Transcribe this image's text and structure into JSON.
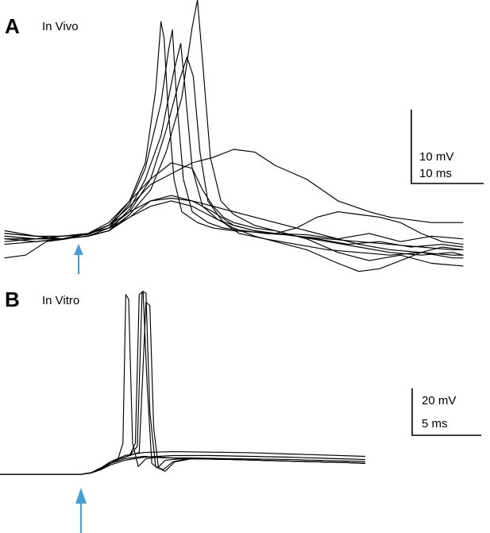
{
  "chart_data": [
    {
      "type": "line",
      "panel_label": "A",
      "title": "In Vivo",
      "scale_bar": {
        "voltage_label": "10 mV",
        "time_label": "10 ms",
        "voltage_mv": 10,
        "time_ms": 10
      },
      "stimulus_arrow": {
        "time_ms": 10,
        "color": "#4a9fd4"
      },
      "units": {
        "x": "ms",
        "y": "mV"
      },
      "xlim": [
        -2,
        88
      ],
      "ylim": [
        -15,
        88
      ],
      "series": [
        {
          "x": [
            -2,
            4,
            9,
            14,
            18,
            22,
            25,
            27,
            28,
            28.6,
            29.3,
            30.5,
            32,
            35,
            38,
            42,
            46,
            50,
            56,
            62,
            68,
            74,
            80,
            86
          ],
          "y": [
            1,
            0,
            1,
            1.5,
            5,
            14,
            28,
            55,
            80,
            74,
            50,
            22,
            10,
            6,
            4,
            3,
            2.5,
            2,
            1.5,
            0,
            2,
            -1,
            1,
            0
          ]
        },
        {
          "x": [
            -2,
            4,
            9,
            14,
            18,
            22,
            25,
            28,
            29.5,
            30.2,
            31,
            32.3,
            34,
            37,
            40,
            44,
            48,
            52,
            58,
            64,
            70,
            76,
            82,
            86
          ],
          "y": [
            0,
            -1,
            0,
            1,
            4,
            13,
            26,
            50,
            70,
            77,
            52,
            22,
            10,
            6,
            4,
            3,
            2,
            1.5,
            0,
            -2,
            -1,
            -3,
            -2,
            -3
          ]
        },
        {
          "x": [
            -2,
            4,
            9,
            14,
            18,
            22,
            25,
            28,
            30.5,
            31.8,
            32.5,
            34,
            36,
            39,
            42,
            46,
            50,
            54,
            60,
            66,
            72,
            78,
            84,
            86
          ],
          "y": [
            2,
            1,
            0,
            1,
            3,
            11,
            22,
            38,
            62,
            72,
            58,
            26,
            12,
            7,
            5,
            3,
            2,
            1,
            0,
            -1,
            -2,
            -3,
            -4,
            -4
          ]
        },
        {
          "x": [
            -2,
            4,
            9,
            14,
            18,
            22,
            26,
            29,
            32,
            34,
            35,
            35.8,
            37.5,
            39.5,
            42,
            46,
            50,
            54,
            60,
            66,
            72,
            78,
            84,
            86
          ],
          "y": [
            -2,
            -1,
            0,
            1,
            3,
            9,
            18,
            32,
            52,
            78,
            88,
            70,
            30,
            14,
            9,
            5,
            3,
            1,
            -1,
            -3,
            -5,
            -6,
            -5,
            -6
          ]
        },
        {
          "x": [
            -2,
            4,
            9,
            14,
            18,
            22,
            26,
            29,
            31.5,
            33,
            34.2,
            35.5,
            37,
            40,
            43,
            48,
            54,
            60,
            66,
            72,
            78,
            84,
            86
          ],
          "y": [
            3,
            1,
            1,
            2,
            4,
            10,
            22,
            40,
            58,
            67,
            60,
            32,
            14,
            6,
            2,
            0,
            -2,
            -4,
            -5,
            -6,
            -5,
            -7,
            -7
          ]
        },
        {
          "x": [
            -2,
            2,
            6,
            10,
            14,
            18,
            22,
            26,
            30,
            34,
            36,
            38,
            40,
            42,
            46,
            50,
            56,
            62,
            68,
            74,
            80,
            86
          ],
          "y": [
            -7,
            -6,
            -1,
            0,
            2,
            6,
            14,
            22,
            28,
            26,
            18,
            12,
            8,
            6,
            4,
            3,
            0,
            -5,
            -8,
            -6,
            -9,
            -10
          ]
        },
        {
          "x": [
            -2,
            4,
            9,
            14,
            18,
            22,
            26,
            30,
            34,
            38,
            42,
            46,
            50,
            56,
            62,
            68,
            72,
            76,
            80,
            84,
            86
          ],
          "y": [
            2,
            1,
            0,
            2,
            5,
            12,
            20,
            24,
            28,
            30,
            33,
            32,
            27,
            22,
            14,
            10,
            8,
            7,
            6,
            6,
            6
          ]
        },
        {
          "x": [
            -2,
            4,
            9,
            14,
            18,
            22,
            26,
            30,
            34,
            38,
            42,
            48,
            54,
            60,
            66,
            72,
            78,
            84,
            86
          ],
          "y": [
            0,
            0,
            0,
            2,
            5,
            10,
            14,
            15,
            14,
            12,
            10,
            7,
            4,
            1,
            -2,
            -4,
            -5,
            -6,
            -6
          ]
        },
        {
          "x": [
            -2,
            4,
            9,
            14,
            18,
            22,
            26,
            30,
            34,
            38,
            42,
            46,
            50,
            54,
            58,
            62,
            66,
            70,
            74,
            78,
            82,
            86
          ],
          "y": [
            1,
            0,
            0,
            1,
            3,
            8,
            14,
            16,
            14,
            10,
            5,
            3,
            2,
            4,
            8,
            10,
            9,
            8,
            6,
            2,
            -1,
            -2
          ]
        },
        {
          "x": [
            -2,
            4,
            9,
            14,
            18,
            22,
            26,
            30,
            34,
            38,
            42,
            46,
            50,
            56,
            62,
            66,
            70,
            74,
            78,
            82,
            86
          ],
          "y": [
            -1,
            0,
            1,
            2,
            4,
            8,
            12,
            14,
            12,
            8,
            4,
            1,
            -1,
            -4,
            -9,
            -12,
            -11,
            -8,
            -5,
            -3,
            -4
          ]
        }
      ]
    },
    {
      "type": "line",
      "panel_label": "B",
      "title": "In Vitro",
      "scale_bar": {
        "voltage_label": "20 mV",
        "time_label": "5 ms",
        "voltage_mv": 20,
        "time_ms": 5
      },
      "stimulus_arrow": {
        "time_ms": 8.5,
        "color": "#4a9fd4"
      },
      "units": {
        "x": "ms",
        "y": "mV"
      },
      "xlim": [
        0,
        43
      ],
      "ylim": [
        -3,
        120
      ],
      "series": [
        {
          "x": [
            0,
            8.5,
            9.5,
            10.5,
            11.5,
            12.3,
            12.8,
            13.1,
            13.4,
            13.8,
            14.4,
            15.2,
            16.5,
            19,
            24,
            30,
            36,
            38
          ],
          "y": [
            0,
            0,
            1,
            4,
            8,
            10,
            20,
            115,
            112,
            20,
            5,
            10,
            11,
            10,
            9.5,
            8.5,
            7.5,
            7
          ]
        },
        {
          "x": [
            0,
            8.5,
            9.5,
            10.5,
            11.5,
            12.5,
            13.5,
            14.1,
            14.5,
            14.9,
            15.3,
            15.8,
            16.4,
            17.2,
            19,
            24,
            30,
            36,
            38
          ],
          "y": [
            0,
            0,
            1,
            4,
            7,
            10,
            12,
            20,
            115,
            117,
            60,
            7,
            4,
            9,
            10,
            9.5,
            8.5,
            7.5,
            7
          ]
        },
        {
          "x": [
            0,
            8.5,
            9.5,
            10.5,
            11.5,
            12.5,
            13.5,
            14.3,
            14.8,
            15.2,
            15.6,
            16.2,
            17,
            18,
            19.5,
            24,
            30,
            36,
            38
          ],
          "y": [
            0,
            0,
            1,
            4,
            7,
            10,
            12,
            18,
            117,
            116,
            40,
            5,
            3,
            8,
            10,
            9.5,
            8.5,
            7.5,
            7
          ]
        },
        {
          "x": [
            0,
            8.5,
            9.5,
            10.5,
            11.5,
            12.5,
            13.5,
            14.5,
            15.2,
            15.6,
            16,
            16.5,
            17.2,
            18.2,
            20,
            24,
            30,
            36,
            38
          ],
          "y": [
            0,
            0,
            1,
            3,
            7,
            10,
            12,
            14,
            110,
            108,
            30,
            4,
            2,
            8,
            10,
            9.5,
            8.5,
            7.5,
            7
          ]
        },
        {
          "x": [
            0,
            8.5,
            9.5,
            10.5,
            11.5,
            13,
            15,
            18,
            22,
            26,
            30,
            34,
            38
          ],
          "y": [
            0,
            0,
            1,
            4,
            8,
            12,
            14,
            14.5,
            14.2,
            13.8,
            13,
            12.3,
            11.5
          ]
        },
        {
          "x": [
            0,
            8.5,
            9.5,
            10.5,
            11.5,
            13,
            15,
            18,
            22,
            26,
            30,
            34,
            38
          ],
          "y": [
            0,
            0,
            0.8,
            3,
            6,
            9,
            11,
            12,
            12,
            11.5,
            11,
            10.2,
            9.5
          ]
        },
        {
          "x": [
            0,
            8.5,
            9.5,
            10.5,
            11.5,
            13,
            15,
            17,
            20,
            24,
            30,
            34,
            38
          ],
          "y": [
            0,
            0,
            1,
            3.5,
            7,
            10,
            11.5,
            10.5,
            10.5,
            10,
            9.5,
            8.8,
            8.2
          ]
        }
      ]
    }
  ]
}
